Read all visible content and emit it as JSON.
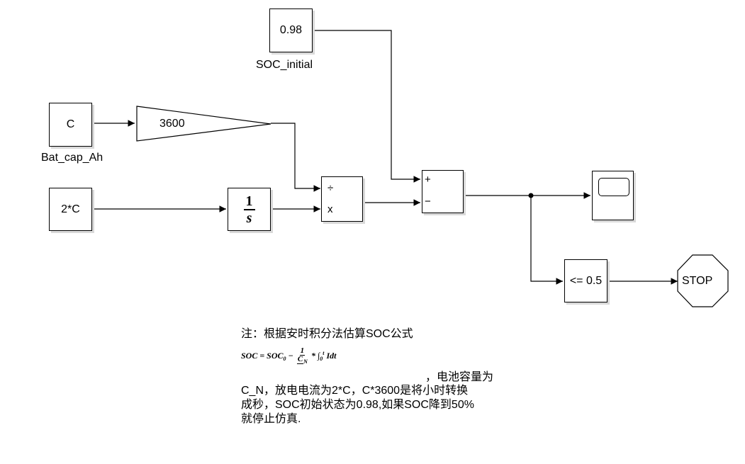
{
  "blocks": {
    "soc_initial": {
      "value": "0.98",
      "label": "SOC_initial"
    },
    "bat_cap": {
      "value": "C",
      "label": "Bat_cap_Ah"
    },
    "gain": {
      "value": "3600"
    },
    "current": {
      "value": "2*C"
    },
    "integrator": {
      "numerator": "1",
      "denominator": "s"
    },
    "divide": {
      "port1": "÷",
      "port2": "x"
    },
    "sum": {
      "port1": "+",
      "port2": "−"
    },
    "compare": {
      "value": "<= 0.5"
    },
    "stop": {
      "value": "STOP"
    }
  },
  "note": {
    "line1": "注：根据安时积分法估算SOC公式",
    "formula": {
      "lhs": "SOC = SOC",
      "sub0": "0",
      "minus": " − ",
      "frac_num": "1",
      "frac_den": "C",
      "frac_den_sub": "N",
      "rest": " * ∫",
      "int_sub": "0",
      "int_sup": "t",
      "tail": " Idt"
    },
    "line2": "，电池容量为",
    "line3": "C_N，放电电流为2*C，C*3600是将小时转换",
    "line4": "成秒，SOC初始状态为0.98,如果SOC降到50%",
    "line5": "就停止仿真."
  }
}
